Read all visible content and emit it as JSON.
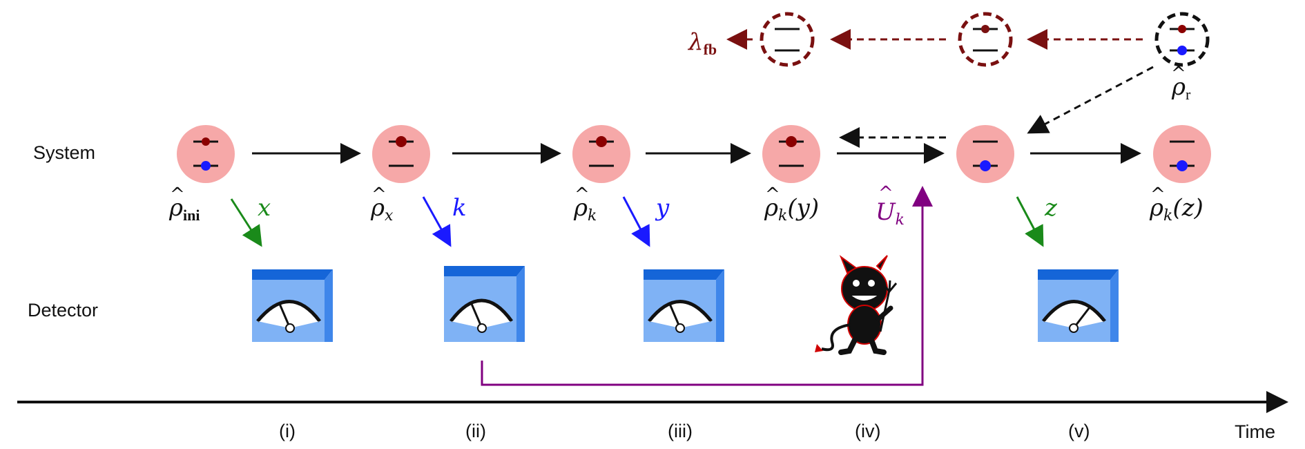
{
  "rows": {
    "system": "System",
    "detector": "Detector"
  },
  "time_axis": {
    "label": "Time"
  },
  "stages": [
    "(i)",
    "(ii)",
    "(iii)",
    "(iv)",
    "(v)"
  ],
  "states": [
    {
      "base": "ρ",
      "sub": "ini"
    },
    {
      "base": "ρ",
      "sub": "x"
    },
    {
      "base": "ρ",
      "sub": "k"
    },
    {
      "base": "ρ",
      "sub": "k",
      "arg": "(y)"
    },
    {
      "base": "ρ",
      "sub": "k",
      "arg": "(z)"
    }
  ],
  "reservoir_state": {
    "base": "ρ",
    "sub": "r"
  },
  "measurement_outcomes": [
    "x",
    "k",
    "y",
    "z"
  ],
  "feedback_unitary": {
    "base": "U",
    "sub": "k"
  },
  "feedback_output": {
    "base": "λ",
    "sub": "fb"
  },
  "colors": {
    "system_fill": "#f6a8a8",
    "level_excited": "#8b0000",
    "level_ground": "#1a1aff",
    "outcome_x": "#1a8a1a",
    "outcome_k": "#1a1aff",
    "outcome_y": "#1a1aff",
    "outcome_z": "#1a8a1a",
    "feedback": "#800080",
    "reservoir_dark": "#7a1010",
    "reservoir_black": "#111111",
    "detector_front": "#7fb2f5",
    "detector_top": "#1565d8",
    "detector_side": "#3f86ea"
  },
  "icons": [
    "system-circle",
    "detector-meter",
    "demon-icon",
    "reservoir-circle"
  ]
}
